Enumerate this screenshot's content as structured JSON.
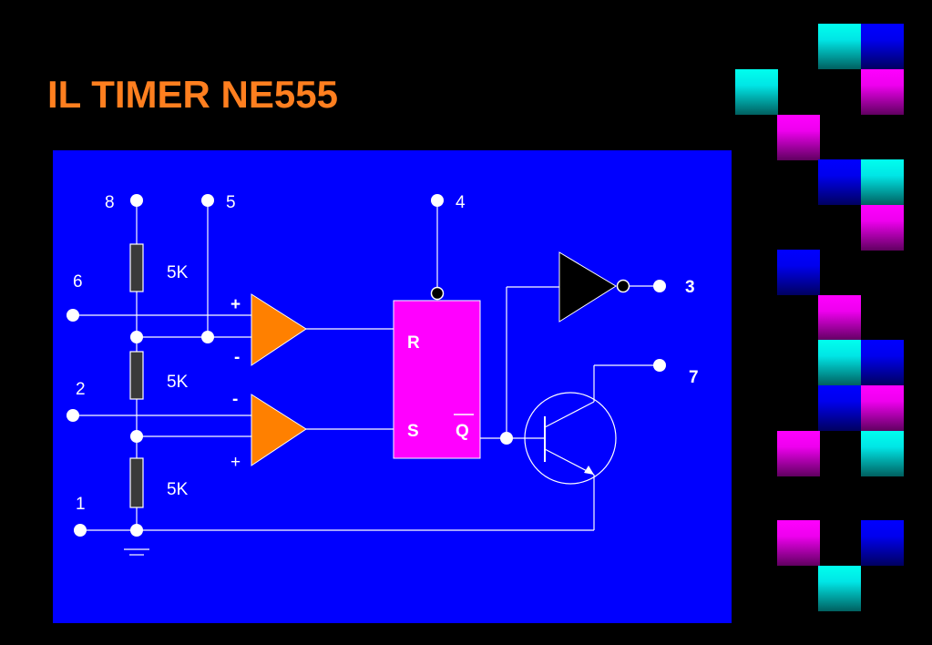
{
  "title": "IL TIMER NE555",
  "pins": {
    "p8": "8",
    "p5": "5",
    "p4": "4",
    "p6": "6",
    "p2": "2",
    "p1": "1",
    "p3": "3",
    "p7": "7"
  },
  "resistors": {
    "r1": "5K",
    "r2": "5K",
    "r3": "5K"
  },
  "comparators": {
    "top_plus": "+",
    "top_minus": "-",
    "bottom_minus": "-",
    "bottom_plus": "+"
  },
  "flipflop": {
    "r": "R",
    "s": "S",
    "q": "Q"
  },
  "colors": {
    "background": "#000000",
    "panel": "#0000ff",
    "title": "#ff7f1f",
    "comparator": "#ff8000",
    "flipflop": "#ff00ff",
    "cyan": "#00e6e6",
    "magenta": "#ee00ee",
    "navy": "#0000ee"
  }
}
